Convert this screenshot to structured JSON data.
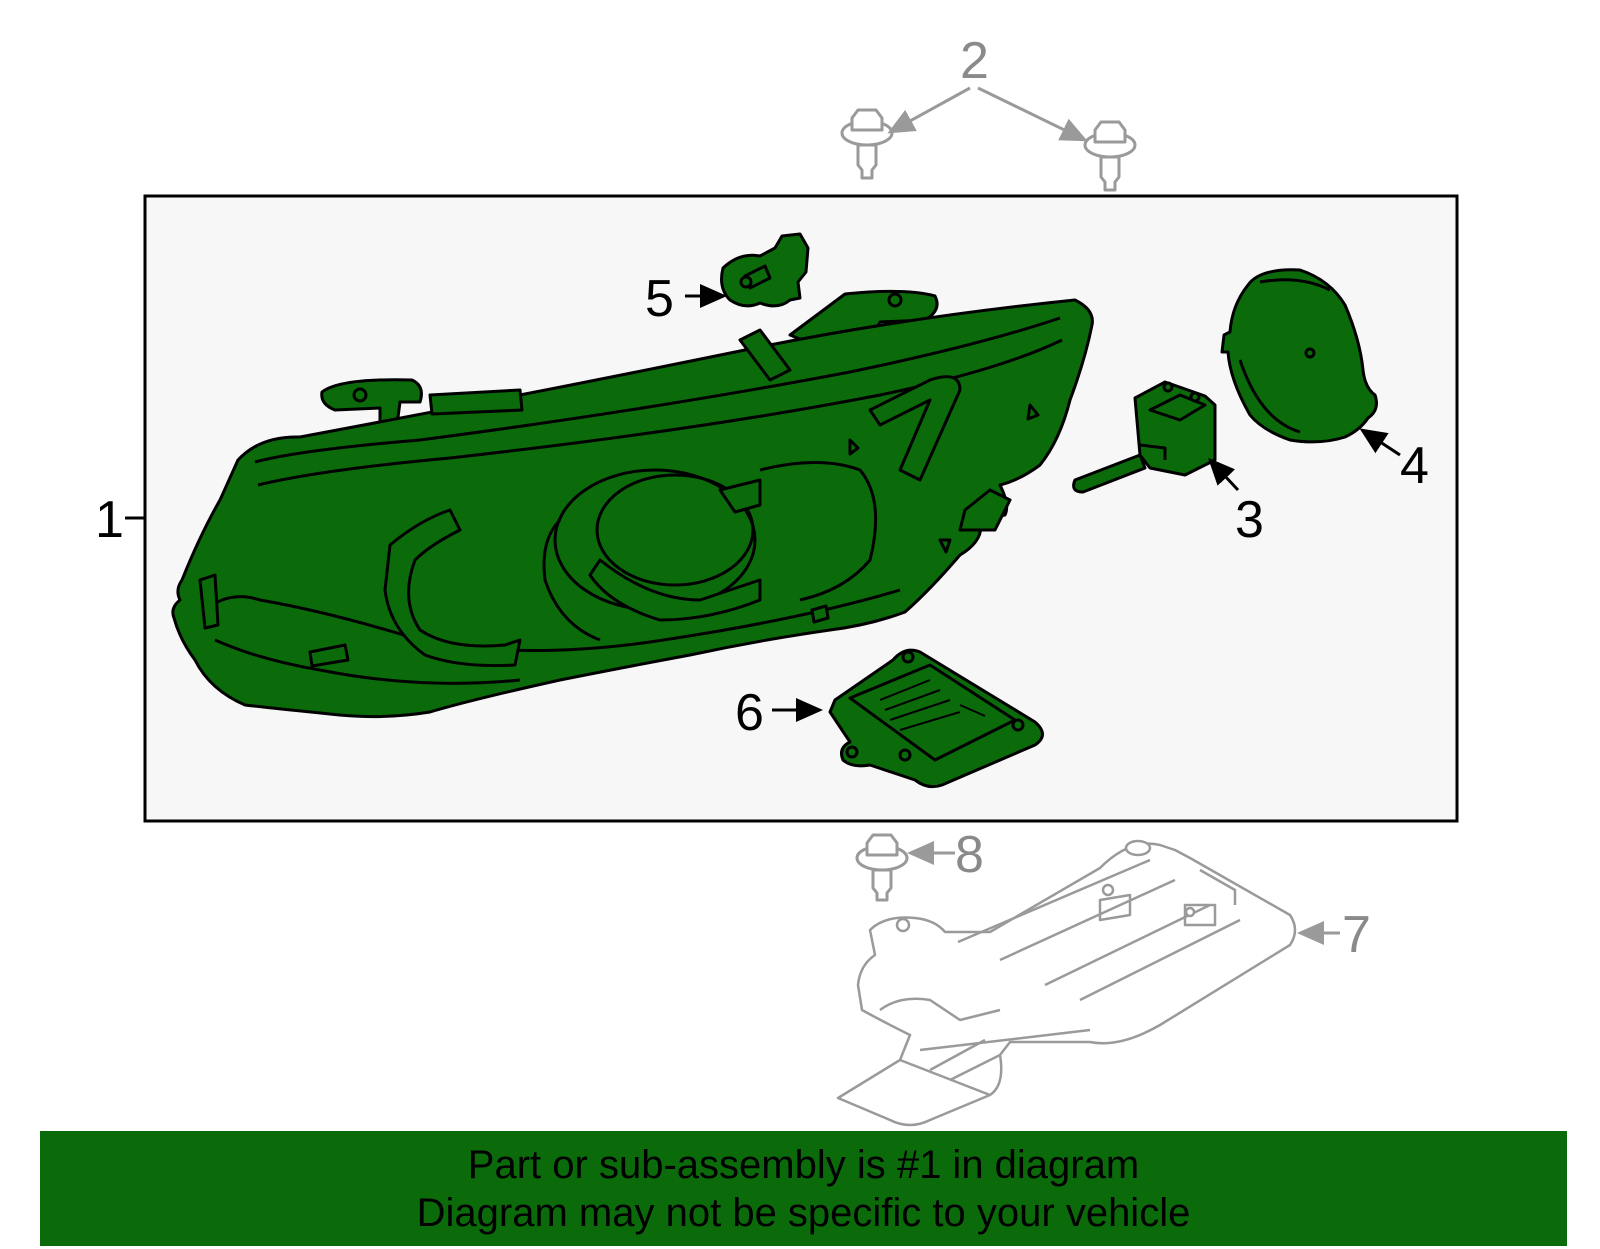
{
  "diagram": {
    "callouts": [
      {
        "id": "1",
        "label": "1",
        "part": "headlamp-assembly",
        "highlighted": true
      },
      {
        "id": "2",
        "label": "2",
        "part": "bolts",
        "highlighted": false
      },
      {
        "id": "3",
        "label": "3",
        "part": "bulb",
        "highlighted": true
      },
      {
        "id": "4",
        "label": "4",
        "part": "cover",
        "highlighted": true
      },
      {
        "id": "5",
        "label": "5",
        "part": "socket",
        "highlighted": true
      },
      {
        "id": "6",
        "label": "6",
        "part": "control-module",
        "highlighted": true
      },
      {
        "id": "7",
        "label": "7",
        "part": "bracket",
        "highlighted": false
      },
      {
        "id": "8",
        "label": "8",
        "part": "bolt",
        "highlighted": false
      }
    ],
    "colors": {
      "highlight_fill": "#0b6b0b",
      "highlight_stroke": "#000000",
      "other_stroke": "#9a9a9a",
      "box_background": "#f7f7f7",
      "banner_background": "#0b6b0b"
    }
  },
  "banner": {
    "line1": "Part or sub-assembly is #1 in diagram",
    "line2": "Diagram may not be specific to your vehicle"
  }
}
